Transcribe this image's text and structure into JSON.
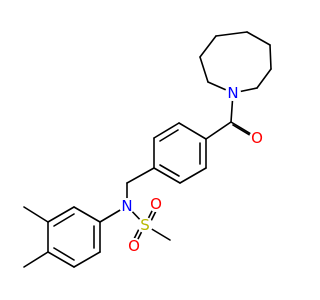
{
  "molecule": {
    "atoms": {
      "azepane_n": {
        "symbol": "N",
        "color": "#0000ff"
      },
      "carbonyl_o": {
        "symbol": "O",
        "color": "#ff0000"
      },
      "sulfonamide_n": {
        "symbol": "N",
        "color": "#0000ff"
      },
      "sulfonyl_s": {
        "symbol": "S",
        "color": "#b8b800"
      },
      "sulfonyl_o1": {
        "symbol": "O",
        "color": "#ff0000"
      },
      "sulfonyl_o2": {
        "symbol": "O",
        "color": "#ff0000"
      }
    },
    "bond_color": "#000000",
    "background": "#ffffff"
  }
}
